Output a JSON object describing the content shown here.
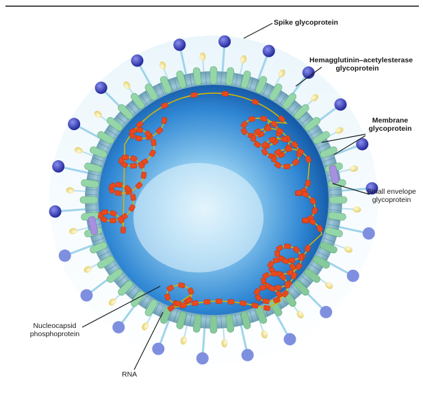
{
  "labels": {
    "spike": "Spike glycoprotein",
    "he_line1": "Hemagglutinin–acetylesterase",
    "he_line2": "glycoprotein",
    "membrane_line1": "Membrane",
    "membrane_line2": "glycoprotein",
    "small_line1": "Small envelope",
    "small_line2": "glycoprotein",
    "nucleo_line1": "Nucleocapsid",
    "nucleo_line2": "phosphoprotein",
    "rna": "RNA"
  },
  "colors": {
    "background": "#ffffff",
    "core_inner": "#d8eefa",
    "core_outer": "#1e73c8",
    "membrane_band": "#6f9fb6",
    "membrane_glycoprotein": "#8fd3a5",
    "spike_head_top": "#2c2fa4",
    "spike_head_bottom": "#8f9be2",
    "he_head": "#f4e7a3",
    "small_envelope": "#a890e0",
    "rna_strand": "#d7b400",
    "nucleocapsid": "#e8491f",
    "leader_line": "#1a1a1a"
  }
}
